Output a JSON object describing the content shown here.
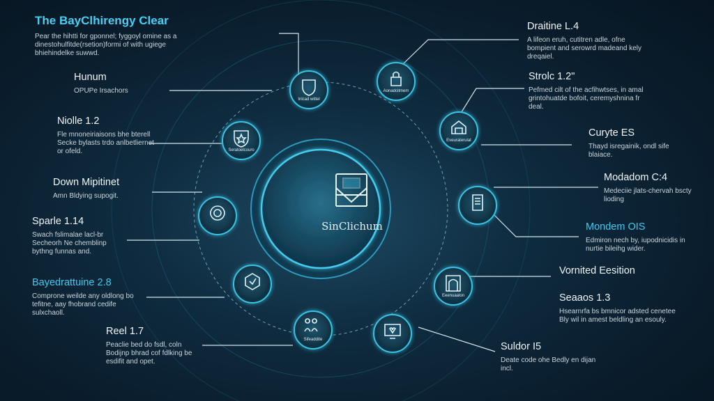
{
  "title": "The BayClhirengy Clear",
  "intro": "Pear the hihtti for gponnel; fyggoyl omine as a dinestohulfitde(rsetion)formi of with ugiege bhiehindelke suwwd.",
  "center_label": "SinClichum",
  "colors": {
    "accent": "#3fc9ef",
    "node_stroke": "#39c3e4",
    "line": "#cfe3ec"
  },
  "left_labels": [
    {
      "title": "Hunum",
      "text": "OPUPe Irsachors",
      "accent": false
    },
    {
      "title": "Niolle 1.2",
      "text": "Fle mnoneiriaisons bhe bterell Secke bylasts trdo anlbetliernet or ofeld.",
      "accent": false
    },
    {
      "title": "Down Mipitinet",
      "text": "Amn Bldying supogit.",
      "accent": false
    },
    {
      "title": "Sparle 1.14",
      "text": "Swach fslimalae lacl-br Secheorh Ne chemblinp bythng funnas and.",
      "accent": false
    },
    {
      "title": "Bayedrattuine 2.8",
      "text": "Comprone weilde any oldlong bo tefitne, aay fhobrand cedife sulxchaoll.",
      "accent": true
    },
    {
      "title": "Reel 1.7",
      "text": "Peaclie bed do fsdl, coln Bodijnp bhrad cof fdlking be esdifit and opet.",
      "accent": false
    }
  ],
  "right_labels": [
    {
      "title": "Draitine L.4",
      "text": "A lifeon eruh, cutitren adle, ofne bompient and serowrd madeand kely dreqaiel.",
      "accent": false
    },
    {
      "title": "Strolc 1.2\"",
      "text": "Pefmed cilt of the acfihwtses, in amal grintohuatde bofoit, ceremyshnina fr deal.",
      "accent": false
    },
    {
      "title": "Curyte ES",
      "text": "Thayd isregainik, ondl sife blaiace.",
      "accent": false
    },
    {
      "title": "Modadom C:4",
      "text": "Medeciie jlats-chervah bscty lioding",
      "accent": false
    },
    {
      "title": "Mondem OIS",
      "text": "Edmiron nech by, iupodnicidis in nurtie bileihg wider.",
      "accent": true
    },
    {
      "title": "Vornited Eesition",
      "text": "",
      "accent": false
    },
    {
      "title": "Seaaos 1.3",
      "text": "Hsearnrfa bs bmnicor adsted cenetee Bly wil in amest beldling an esouly.",
      "accent": false
    },
    {
      "title": "Suldor I5",
      "text": "Deate code ohe Bedly en dijan incl.",
      "accent": false
    }
  ],
  "nodes": [
    {
      "label": "Inlcad wittel",
      "icon": "shield-icon"
    },
    {
      "label": "Aonadcitmem",
      "icon": "lock-icon"
    },
    {
      "label": "Eveuraterulat",
      "icon": "building-icon"
    },
    {
      "label": "",
      "icon": "document-icon"
    },
    {
      "label": "Eeenuaalon",
      "icon": "arch-icon"
    },
    {
      "label": "",
      "icon": "monitor-heart-icon"
    },
    {
      "label": "Sifeaddite",
      "icon": "people-icon"
    },
    {
      "label": "",
      "icon": "hexagon-icon"
    },
    {
      "label": "",
      "icon": "gear-icon"
    },
    {
      "label": "Seratoelcouro",
      "icon": "shield-star-icon"
    }
  ]
}
